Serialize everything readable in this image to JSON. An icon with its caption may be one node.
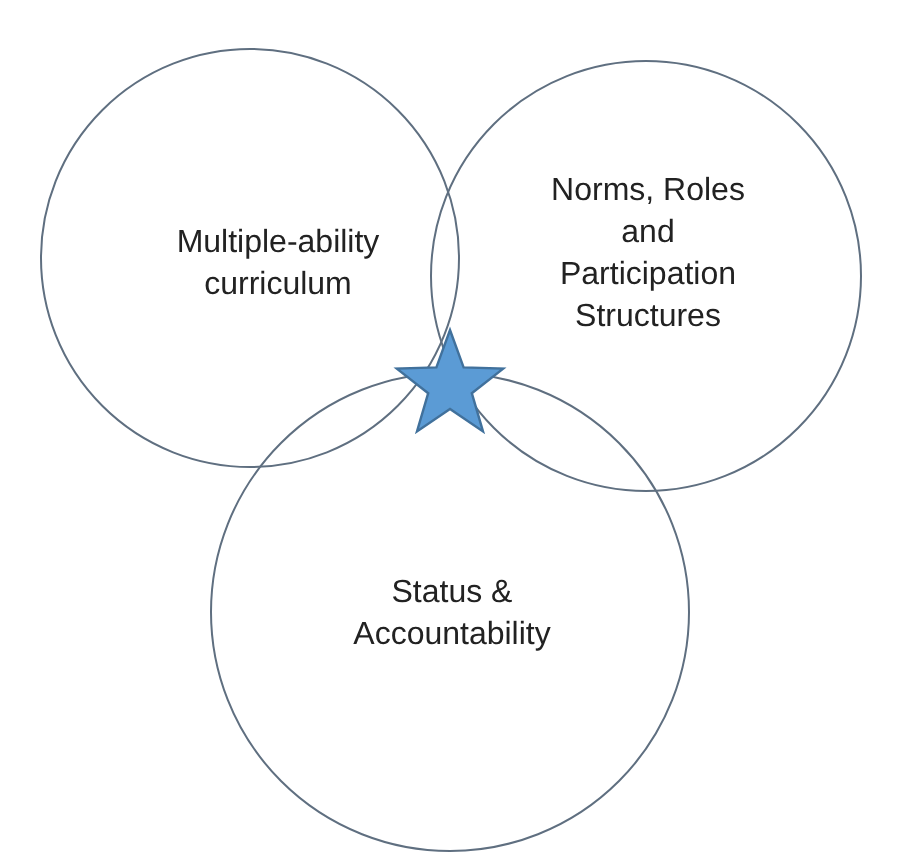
{
  "diagram": {
    "nodes": [
      {
        "text": [
          "Multiple-ability curriculum"
        ]
      },
      {
        "text": [
          "Norms, Roles and Participation Structures"
        ]
      },
      {
        "text": [
          "Status & Accountability"
        ]
      },
      {
        "text": [],
        "shape": "star"
      }
    ]
  }
}
